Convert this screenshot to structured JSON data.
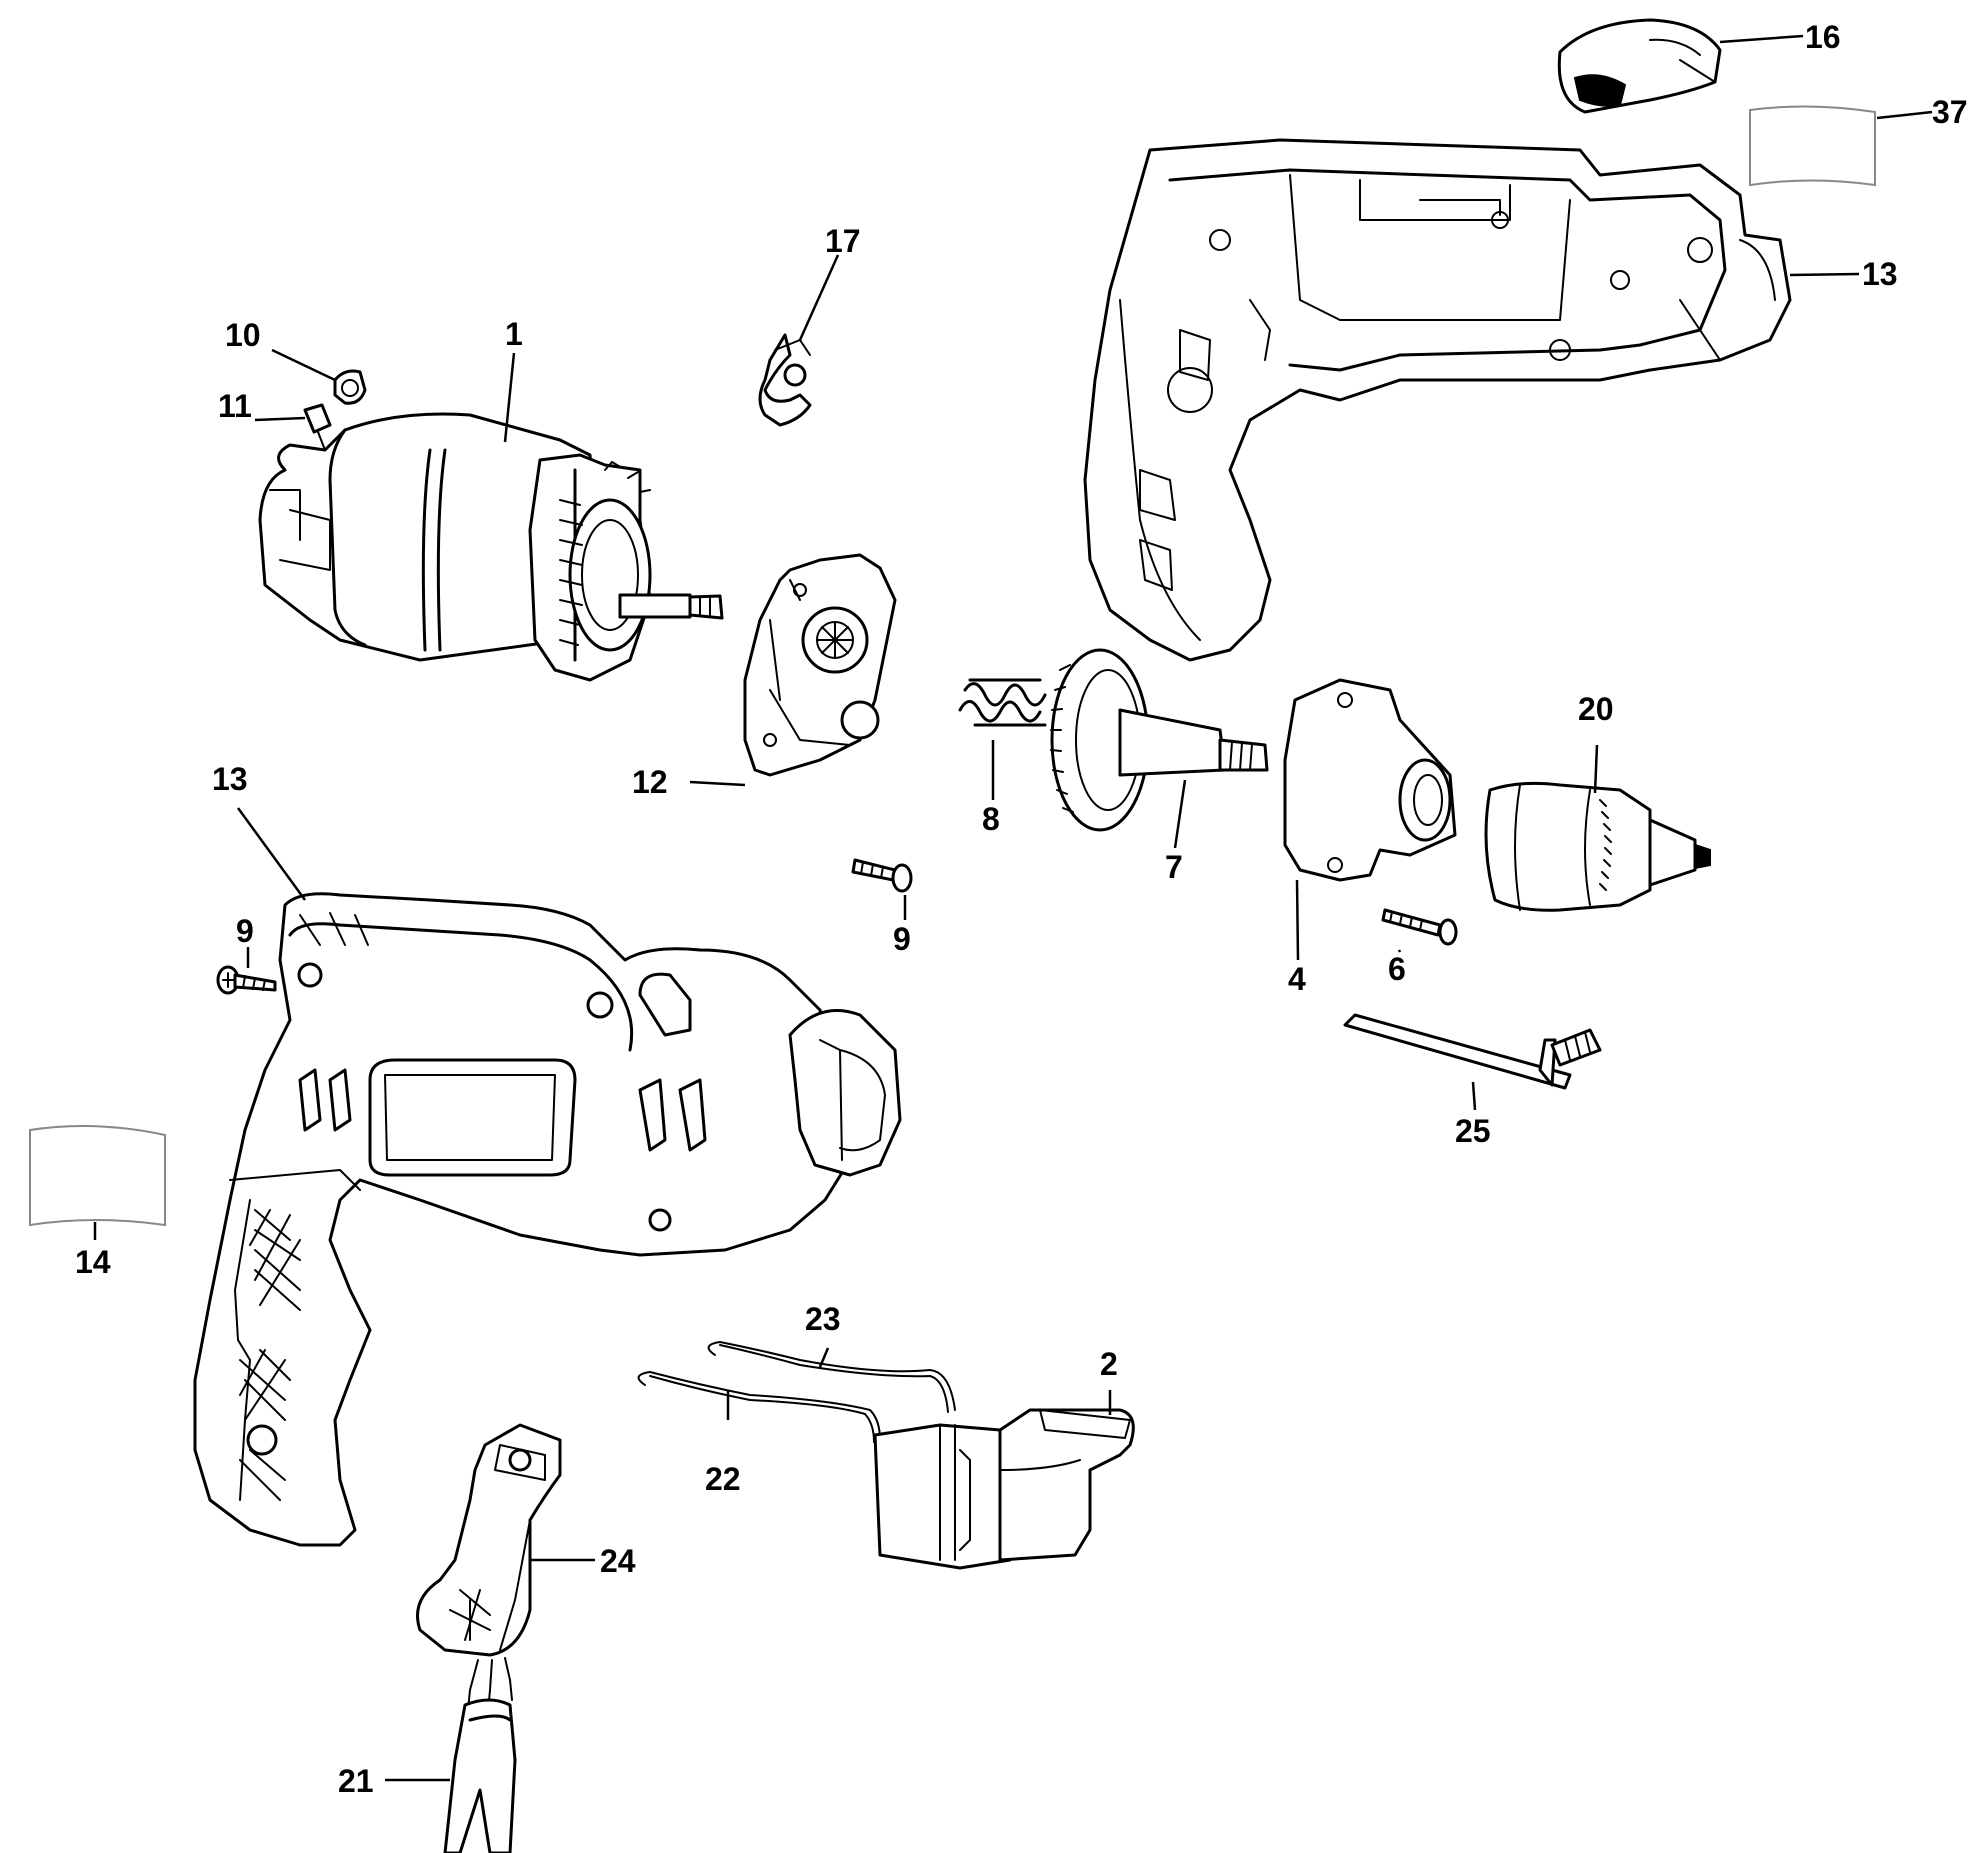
{
  "callouts": [
    {
      "id": "c16",
      "text": "16"
    },
    {
      "id": "c37",
      "text": "37"
    },
    {
      "id": "c13a",
      "text": "13"
    },
    {
      "id": "c17",
      "text": "17"
    },
    {
      "id": "c10",
      "text": "10"
    },
    {
      "id": "c1",
      "text": "1"
    },
    {
      "id": "c11",
      "text": "11"
    },
    {
      "id": "c20",
      "text": "20"
    },
    {
      "id": "c8",
      "text": "8"
    },
    {
      "id": "c7",
      "text": "7"
    },
    {
      "id": "c12",
      "text": "12"
    },
    {
      "id": "c13b",
      "text": "13"
    },
    {
      "id": "c9a",
      "text": "9"
    },
    {
      "id": "c9b",
      "text": "9"
    },
    {
      "id": "c4",
      "text": "4"
    },
    {
      "id": "c6",
      "text": "6"
    },
    {
      "id": "c25",
      "text": "25"
    },
    {
      "id": "c14",
      "text": "14"
    },
    {
      "id": "c23",
      "text": "23"
    },
    {
      "id": "c2",
      "text": "2"
    },
    {
      "id": "c22",
      "text": "22"
    },
    {
      "id": "c24",
      "text": "24"
    },
    {
      "id": "c21",
      "text": "21"
    }
  ]
}
